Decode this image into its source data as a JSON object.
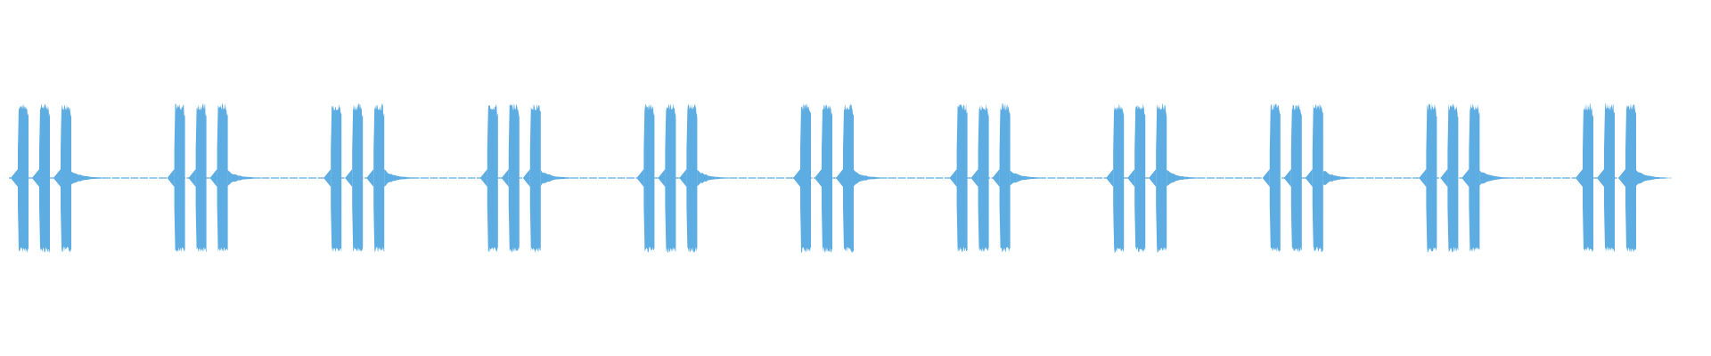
{
  "waveform": {
    "color": "#5dade2",
    "background": "#ffffff",
    "group_count": 11,
    "bursts_per_group": 3,
    "amplitude_fraction": 0.21
  }
}
